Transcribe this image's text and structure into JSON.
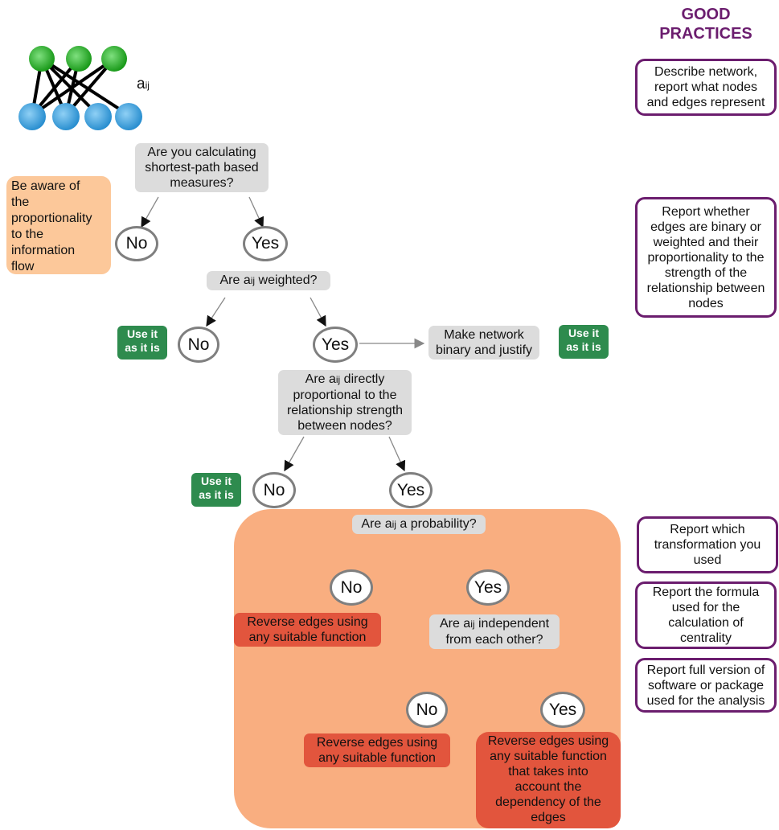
{
  "header": {
    "line1": "GOOD",
    "line2": "PRACTICES"
  },
  "network": {
    "label_main": "a",
    "label_sub": "ij"
  },
  "colors": {
    "purple": "#6b1d6e",
    "green_box": "#2e8b4e",
    "orange_panel": "#f9ae80",
    "red_box": "#e2553d",
    "peach_box": "#fcc89a",
    "question_box": "#dcdcdc"
  },
  "q1": {
    "line1": "Are you calculating",
    "line2": "shortest-path based",
    "line3": "measures?"
  },
  "q1_no": "No",
  "q1_yes": "Yes",
  "aware": {
    "line1": "Be aware of",
    "line2": "the",
    "line3": "proportionality",
    "line4": "to the",
    "line5": "information",
    "line6": "flow"
  },
  "q2": {
    "pre": "Are a",
    "sub": "ij",
    "post": " weighted?"
  },
  "use1": {
    "line1": "Use it",
    "line2": "as it is"
  },
  "q2_no": "No",
  "q2_yes": "Yes",
  "make_binary": {
    "line1": "Make network",
    "line2": "binary and justify"
  },
  "use2": {
    "line1": "Use it",
    "line2": "as it is"
  },
  "q3": {
    "pre": "Are a",
    "sub": "ij",
    "post": " directly",
    "line2": "proportional to the",
    "line3": "relationship strength",
    "line4": "between nodes?"
  },
  "use3": {
    "line1": "Use it",
    "line2": "as it is"
  },
  "q3_no": "No",
  "q3_yes": "Yes",
  "q4": {
    "pre": "Are a",
    "sub": "ij",
    "post": " a probability?"
  },
  "q4_no": "No",
  "q4_yes": "Yes",
  "rev1": {
    "line1": "Reverse edges using",
    "line2": "any suitable function"
  },
  "q5": {
    "pre": "Are a",
    "sub": "ij",
    "post": " independent",
    "line2": "from each other?"
  },
  "q5_no": "No",
  "q5_yes": "Yes",
  "rev2": {
    "line1": "Reverse edges using",
    "line2": "any suitable function"
  },
  "rev3": {
    "line1": "Reverse edges using",
    "line2": "any suitable function",
    "line3": "that takes into",
    "line4": "account the",
    "line5": "dependency of the",
    "line6": "edges"
  },
  "practices": {
    "p1": {
      "line1": "Describe network,",
      "line2": "report what nodes",
      "line3": "and edges represent"
    },
    "p2": {
      "line1": "Report whether",
      "line2": "edges are binary or",
      "line3": "weighted and their",
      "line4": "proportionality to the",
      "line5": "strength of the",
      "line6": "relationship between",
      "line7": "nodes"
    },
    "p3": {
      "line1": "Report which",
      "line2": "transformation you",
      "line3": "used"
    },
    "p4": {
      "line1": "Report the formula",
      "line2": "used for the",
      "line3": "calculation of",
      "line4": "centrality"
    },
    "p5": {
      "line1": "Report full version of",
      "line2": "software or package",
      "line3": "used for the analysis"
    }
  }
}
